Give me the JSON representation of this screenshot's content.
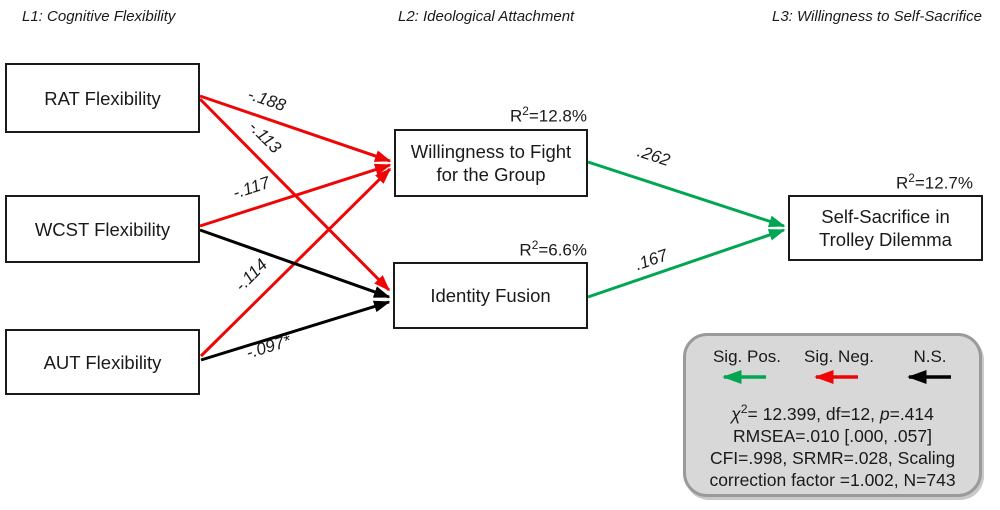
{
  "headers": {
    "l1": "L1: Cognitive Flexibility",
    "l2": "L2: Ideological Attachment",
    "l3": "L3: Willingness to Self-Sacrifice"
  },
  "boxes": {
    "rat": {
      "label": "RAT Flexibility"
    },
    "wcst": {
      "label": "WCST Flexibility"
    },
    "aut": {
      "label": "AUT Flexibility"
    },
    "fight": {
      "label_line1": "Willingness to Fight",
      "label_line2": "for the Group",
      "r2_base": "R",
      "r2_sup": "2",
      "r2_rest": "=12.8%"
    },
    "fusion": {
      "label": "Identity Fusion",
      "r2_base": "R",
      "r2_sup": "2",
      "r2_rest": "=6.6%"
    },
    "sacrifice": {
      "label_line1": "Self-Sacrifice in",
      "label_line2": "Trolley Dilemma",
      "r2_base": "R",
      "r2_sup": "2",
      "r2_rest": "=12.7%"
    }
  },
  "paths": {
    "rat_fight": {
      "label": "-.188",
      "significance": "negative"
    },
    "rat_fusion": {
      "label": "-.113",
      "significance": "negative"
    },
    "wcst_fight": {
      "label": "-.117",
      "significance": "negative"
    },
    "wcst_fusion": {
      "label": "",
      "significance": "ns"
    },
    "aut_fight": {
      "label": "-.114",
      "significance": "negative"
    },
    "aut_fusion": {
      "label": "-.097*",
      "significance": "ns"
    },
    "fight_sacrifice": {
      "label": ".262",
      "significance": "positive"
    },
    "fusion_sacrifice": {
      "label": ".167",
      "significance": "positive"
    }
  },
  "legend": {
    "sig_pos": "Sig. Pos.",
    "sig_neg": "Sig. Neg.",
    "ns": "N.S.",
    "stats": {
      "chi_symbol": "χ",
      "chi_sup": "2",
      "chi_rest": "= 12.399, df=12, ",
      "p_symbol": "p",
      "p_rest": "=.414",
      "line2": "RMSEA=.010 [.000, .057]",
      "line3": "CFI=.998, SRMR=.028, Scaling",
      "line4": "correction factor =1.002, N=743"
    }
  },
  "colors": {
    "sig_positive": "#00a651",
    "sig_negative": "#ee0606",
    "not_significant": "#000000",
    "legend_background": "#d8d8d8",
    "legend_border": "#9a9a9a"
  }
}
